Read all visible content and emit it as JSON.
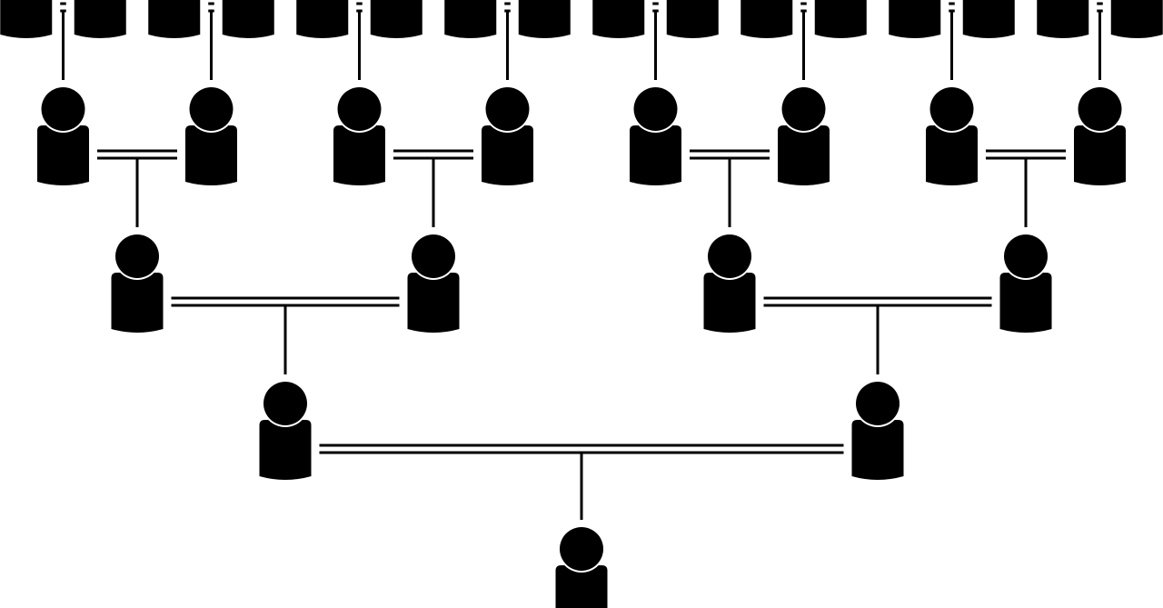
{
  "diagram": {
    "type": "family-tree",
    "figure_color": "#000000",
    "background_color": "#ffffff",
    "generations_visible": 5,
    "root": {
      "id": "g0",
      "parents": [
        {
          "id": "g1-left",
          "parents": [
            {
              "id": "g2-1",
              "parents": [
                {
                  "id": "g3-1",
                  "parents": [
                    {
                      "id": "g4-1"
                    },
                    {
                      "id": "g4-2"
                    }
                  ]
                },
                {
                  "id": "g3-2",
                  "parents": [
                    {
                      "id": "g4-3"
                    },
                    {
                      "id": "g4-4"
                    }
                  ]
                }
              ]
            },
            {
              "id": "g2-2",
              "parents": [
                {
                  "id": "g3-3",
                  "parents": [
                    {
                      "id": "g4-5"
                    },
                    {
                      "id": "g4-6"
                    }
                  ]
                },
                {
                  "id": "g3-4",
                  "parents": [
                    {
                      "id": "g4-7"
                    },
                    {
                      "id": "g4-8"
                    }
                  ]
                }
              ]
            }
          ]
        },
        {
          "id": "g1-right",
          "parents": [
            {
              "id": "g2-3",
              "parents": [
                {
                  "id": "g3-5",
                  "parents": [
                    {
                      "id": "g4-9"
                    },
                    {
                      "id": "g4-10"
                    }
                  ]
                },
                {
                  "id": "g3-6",
                  "parents": [
                    {
                      "id": "g4-11"
                    },
                    {
                      "id": "g4-12"
                    }
                  ]
                }
              ]
            },
            {
              "id": "g2-4",
              "parents": [
                {
                  "id": "g3-7",
                  "parents": [
                    {
                      "id": "g4-13"
                    },
                    {
                      "id": "g4-14"
                    }
                  ]
                },
                {
                  "id": "g3-8",
                  "parents": [
                    {
                      "id": "g4-15"
                    },
                    {
                      "id": "g4-16"
                    }
                  ]
                }
              ]
            }
          ]
        }
      ]
    }
  }
}
